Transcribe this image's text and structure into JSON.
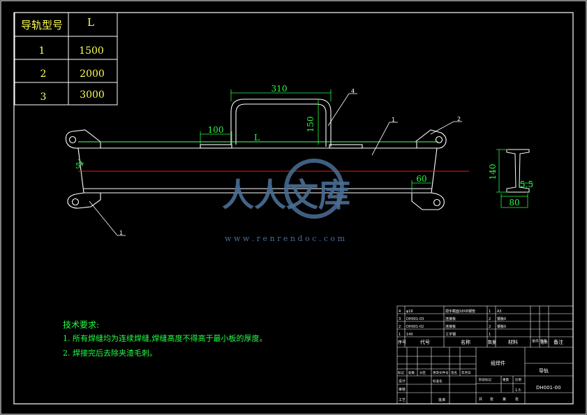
{
  "colors": {
    "background": "#000000",
    "line": "#ffffff",
    "dimension": "#22ff44",
    "text": "#ffff55",
    "centerline": "#dd2222",
    "watermark": "#4a6f96"
  },
  "spec_table": {
    "headers": [
      "导轨型号",
      "L"
    ],
    "rows": [
      {
        "model": "1",
        "length": "1500"
      },
      {
        "model": "2",
        "length": "2000"
      },
      {
        "model": "3",
        "length": "3000"
      }
    ]
  },
  "dimensions": {
    "handle_width": "310",
    "handle_height": "150",
    "flange_width": "100",
    "length": "L",
    "angle": "5°",
    "end_plate": "60",
    "section_height": "140",
    "web_thickness": "5.5",
    "section_width": "80"
  },
  "balloons": {
    "b4": "4",
    "b1a": "1",
    "b2": "2",
    "b1b": "1"
  },
  "notes": {
    "title": "技术要求:",
    "items": [
      "1. 所有焊缝均为连续焊缝,焊缝高度不得高于最小板的厚度。",
      "2. 焊接完后去除夹渣毛刺。"
    ]
  },
  "title_block": {
    "bom": [
      {
        "no": "4",
        "code": "φ16",
        "name": "把手截面18X8钢管",
        "qty": "1",
        "material": "A3"
      },
      {
        "no": "3",
        "code": "DH001-03",
        "name": "连接板",
        "qty": "2",
        "material": "钢板δ"
      },
      {
        "no": "2",
        "code": "DH001-02",
        "name": "连接板",
        "qty": "2",
        "material": "钢板δ"
      },
      {
        "no": "1",
        "code": "140",
        "name": "工字钢",
        "qty": "1",
        "material": ""
      }
    ],
    "headers": [
      "序号",
      "代号",
      "名称",
      "数量",
      "材料",
      "单件 重量",
      "总计",
      "备注"
    ],
    "part_name": "组焊件",
    "drawing_title": "导轨",
    "drawing_no": "DH001-00",
    "labels": [
      "标记",
      "处数",
      "分区",
      "更改文件号",
      "签名",
      "年月日",
      "设计",
      "标准化",
      "阶段标记",
      "重量",
      "比例",
      "审核",
      "工艺",
      "批准",
      "共",
      "张",
      "第",
      "张"
    ],
    "scale": "1:5"
  },
  "watermark": {
    "text": "人人文库",
    "url": "w w w . r e n r e n d o c . c o m"
  }
}
